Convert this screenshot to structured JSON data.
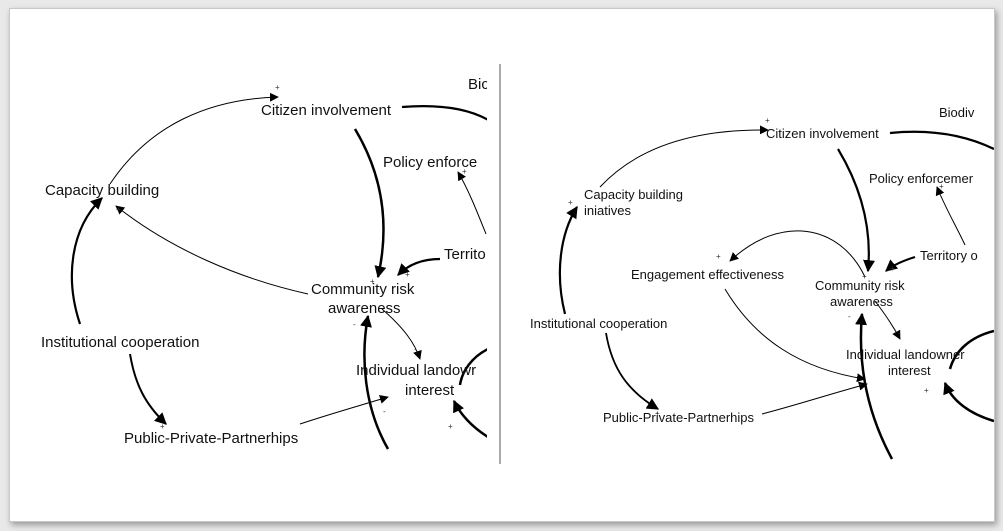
{
  "left_panel": {
    "nodes": {
      "biodiv_partial": "Bic",
      "citizen_involvement": "Citizen involvement",
      "policy_enforcement_partial": "Policy enforce",
      "capacity_building": "Capacity building",
      "territory_partial": "Territo",
      "community_risk_line1": "Community risk",
      "community_risk_line2": "awareness",
      "institutional_cooperation": "Institutional cooperation",
      "individual_landowner_line1": "Individual landowr",
      "individual_landowner_line2": "interest",
      "ppp": "Public-Private-Partnerhips"
    }
  },
  "right_panel": {
    "nodes": {
      "biodiv_partial": "Biodiv",
      "citizen_involvement": "Citizen involvement",
      "policy_enforcement_partial": "Policy enforcemer",
      "capacity_building_line1": "Capacity building",
      "capacity_building_line2": "iniatives",
      "territory_partial": "Territory o",
      "engagement_effectiveness": "Engagement effectiveness",
      "community_risk_line1": "Community risk",
      "community_risk_line2": "awareness",
      "institutional_cooperation": "Institutional cooperation",
      "individual_landowner_line1": "Individual landowner",
      "individual_landowner_line2": "interest",
      "ppp": "Public-Private-Partnerhips"
    }
  },
  "polarity": {
    "plus": "+",
    "minus": "-"
  }
}
